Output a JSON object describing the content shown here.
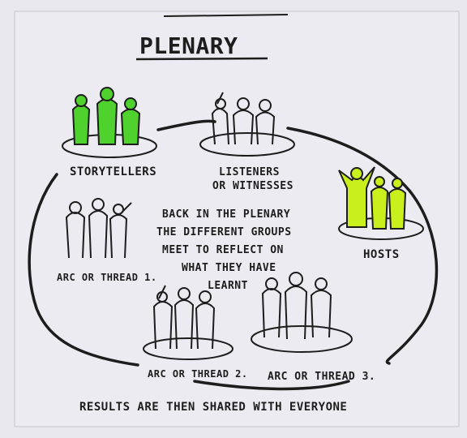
{
  "title": "PLENARY",
  "center_text": [
    "BACK IN THE PLENARY",
    "THE DIFFERENT GROUPS",
    "MEET TO REFLECT ON",
    "WHAT THEY HAVE",
    "LEARNT"
  ],
  "groups": [
    {
      "label": "STORYTELLERS",
      "fill": "#4fd12e"
    },
    {
      "label_lines": [
        "LISTENERS",
        "OR WITNESSES"
      ],
      "fill": "none"
    },
    {
      "label": "HOSTS",
      "fill": "#c9f01c"
    },
    {
      "label": "ARC OR THREAD 1.",
      "fill": "none"
    },
    {
      "label": "ARC OR THREAD 2.",
      "fill": "none"
    },
    {
      "label": "ARC OR THREAD 3.",
      "fill": "none"
    }
  ],
  "footer": "RESULTS ARE THEN SHARED WITH EVERYONE",
  "colors": {
    "ink": "#1d1d1d",
    "storytellers_fill": "#4fd12e",
    "hosts_fill": "#c9f01c"
  }
}
